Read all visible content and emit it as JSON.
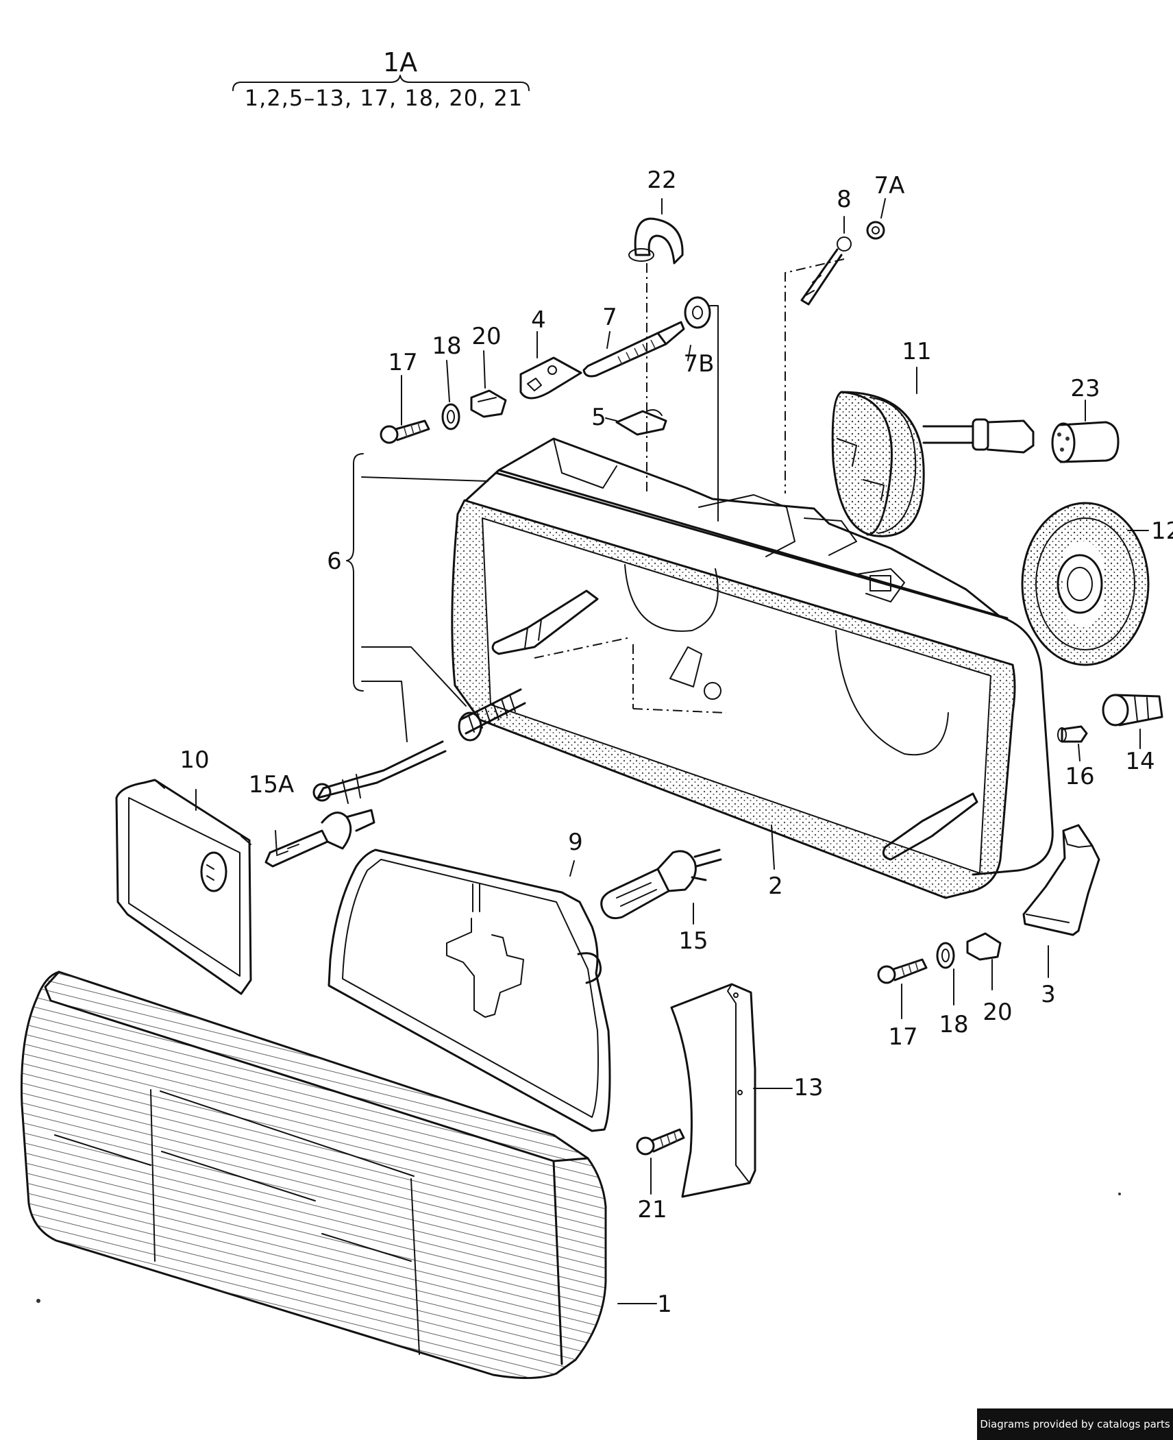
{
  "diagram": {
    "assembly_title": "1A",
    "assembly_parts": "1,2,5–13,  17, 18, 20,  21",
    "callouts": {
      "c1": "1",
      "c2": "2",
      "c3": "3",
      "c4": "4",
      "c5": "5",
      "c6": "6",
      "c7": "7",
      "c7a": "7A",
      "c7b": "7B",
      "c8": "8",
      "c9": "9",
      "c10": "10",
      "c11": "11",
      "c12": "12",
      "c13": "13",
      "c14": "14",
      "c15": "15",
      "c15a": "15A",
      "c16": "16",
      "c17a": "17",
      "c17b": "17",
      "c18a": "18",
      "c18b": "18",
      "c20a": "20",
      "c20b": "20",
      "c21": "21",
      "c22": "22",
      "c23": "23"
    }
  },
  "footer": {
    "credit": "Diagrams provided by catalogs parts"
  }
}
